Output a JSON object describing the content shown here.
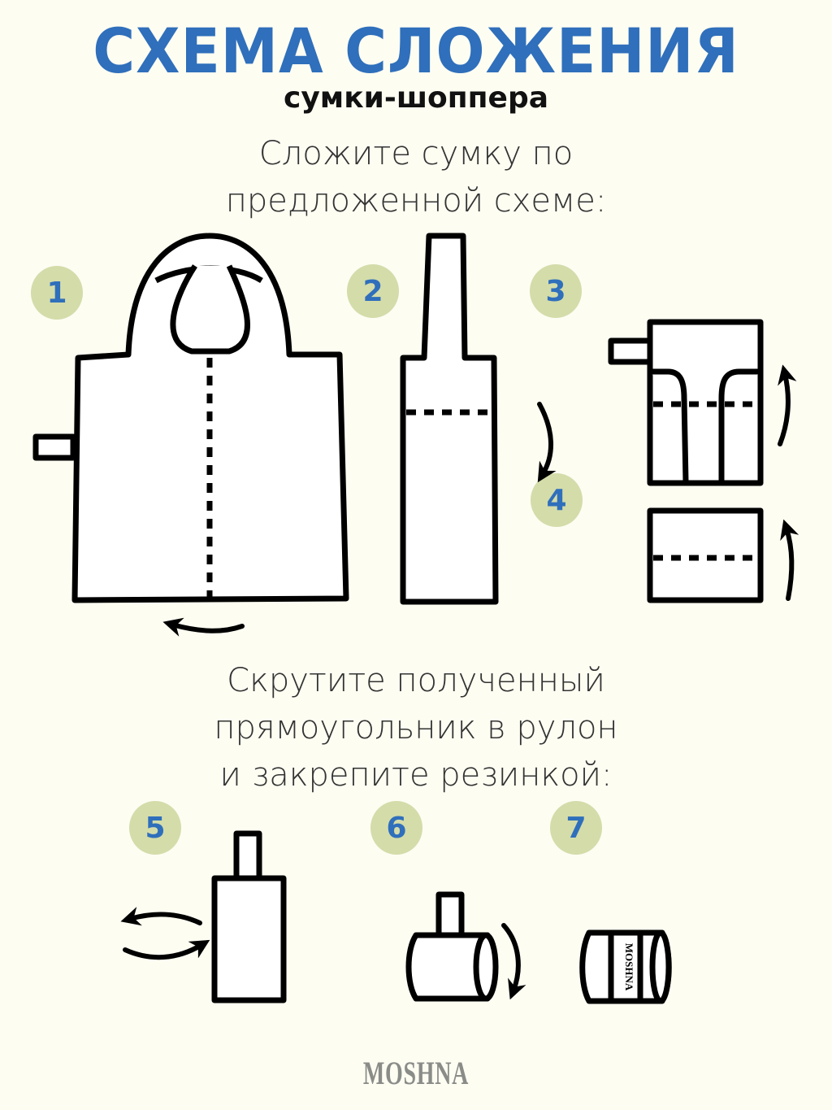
{
  "header": {
    "title": "СХЕМА СЛОЖЕНИЯ",
    "subtitle": "сумки-шоппера"
  },
  "instructions": {
    "first": [
      "Сложите сумку по",
      "предложенной схеме:"
    ],
    "second": [
      "Скрутите полученный",
      "прямоугольник в рулон",
      "и закрепите резинкой:"
    ]
  },
  "steps": [
    {
      "number": "1",
      "icon": "tote-bag-unfolded-icon"
    },
    {
      "number": "2",
      "icon": "bag-folded-lengthwise-icon"
    },
    {
      "number": "3",
      "icon": "bag-folded-handles-icon"
    },
    {
      "number": "4",
      "icon": "bag-folded-rectangle-icon"
    },
    {
      "number": "5",
      "icon": "rectangle-turn-icon"
    },
    {
      "number": "6",
      "icon": "roll-icon"
    },
    {
      "number": "7",
      "icon": "roll-with-band-icon"
    }
  ],
  "band_label": "MOSHNA",
  "brand": "MOSHNA",
  "colors": {
    "background": "#fdfdf2",
    "title": "#2f6fbb",
    "badge": "#d4dcaa",
    "line": "#000000",
    "brand": "#8a8c88"
  }
}
